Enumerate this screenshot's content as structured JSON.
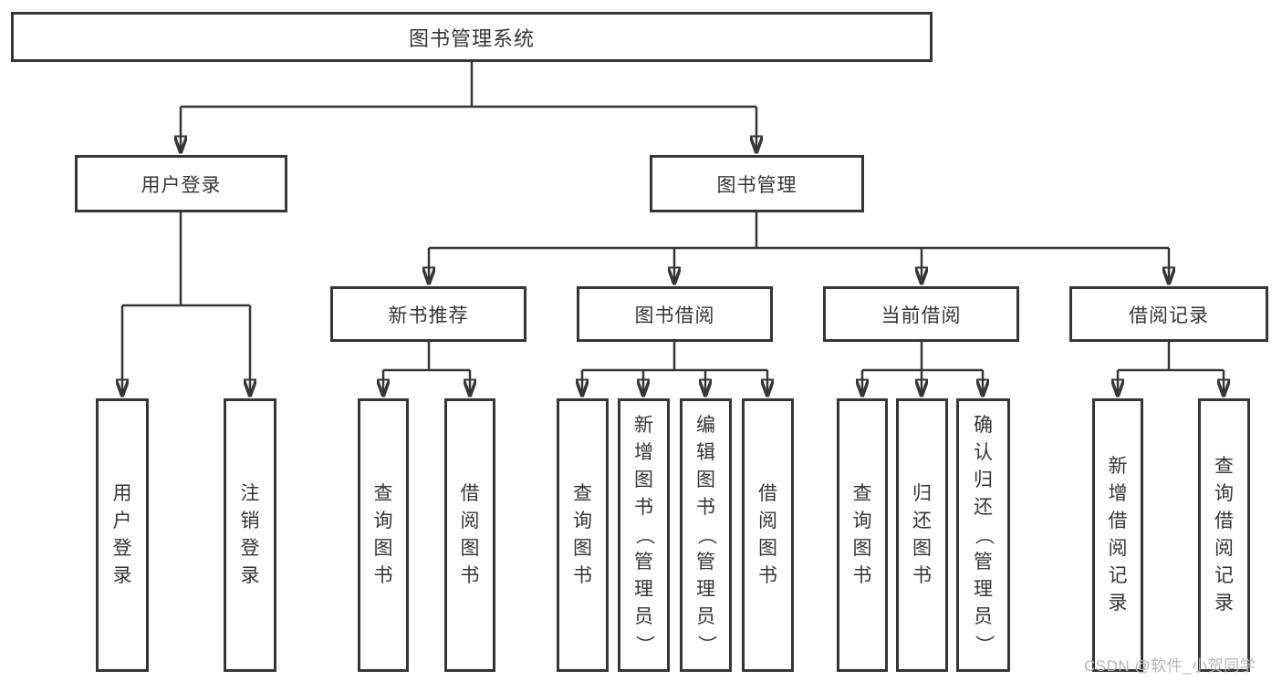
{
  "diagram": {
    "title": "图书管理系统",
    "watermark": "CSDN @软件_小贺同学",
    "line_color": "#363636",
    "box_background": "#ffffff",
    "level2": [
      {
        "label": "用户登录",
        "parent": "图书管理系统"
      },
      {
        "label": "图书管理",
        "parent": "图书管理系统"
      }
    ],
    "level3": [
      {
        "label": "新书推荐",
        "parent": "图书管理"
      },
      {
        "label": "图书借阅",
        "parent": "图书管理"
      },
      {
        "label": "当前借阅",
        "parent": "图书管理"
      },
      {
        "label": "借阅记录",
        "parent": "图书管理"
      }
    ],
    "leaves": [
      {
        "label": "用户登录",
        "parent": "用户登录"
      },
      {
        "label": "注销登录",
        "parent": "用户登录"
      },
      {
        "label": "查询图书",
        "parent": "新书推荐"
      },
      {
        "label": "借阅图书",
        "parent": "新书推荐"
      },
      {
        "label": "查询图书",
        "parent": "图书借阅"
      },
      {
        "label": "新增图书（管理员）",
        "parent": "图书借阅"
      },
      {
        "label": "编辑图书（管理员）",
        "parent": "图书借阅"
      },
      {
        "label": "借阅图书",
        "parent": "图书借阅"
      },
      {
        "label": "查询图书",
        "parent": "当前借阅"
      },
      {
        "label": "归还图书",
        "parent": "当前借阅"
      },
      {
        "label": "确认归还（管理员）",
        "parent": "当前借阅"
      },
      {
        "label": "新增借阅记录",
        "parent": "借阅记录"
      },
      {
        "label": "查询借阅记录",
        "parent": "借阅记录"
      }
    ]
  }
}
